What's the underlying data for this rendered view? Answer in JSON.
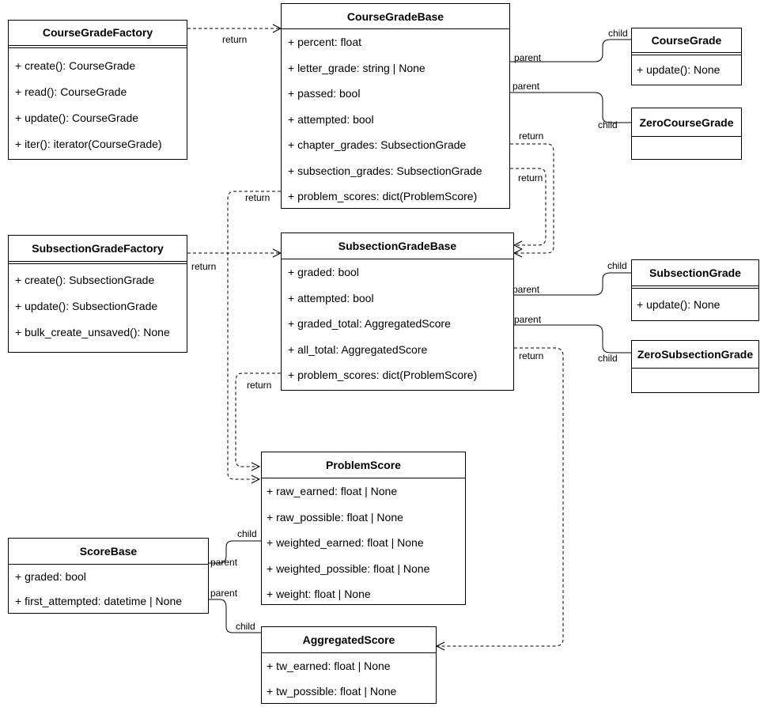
{
  "classes": {
    "course_grade_factory": {
      "name": "CourseGradeFactory",
      "members": [
        "+ create(): CourseGrade",
        "+ read(): CourseGrade",
        "+ update(): CourseGrade",
        "+ iter(): iterator(CourseGrade)"
      ]
    },
    "course_grade_base": {
      "name": "CourseGradeBase",
      "members": [
        "+ percent: float",
        "+ letter_grade: string | None",
        "+ passed: bool",
        "+ attempted: bool",
        "+ chapter_grades: SubsectionGrade",
        "+ subsection_grades: SubsectionGrade",
        "+ problem_scores: dict(ProblemScore)"
      ]
    },
    "course_grade": {
      "name": "CourseGrade",
      "members": [
        "+ update(): None"
      ]
    },
    "zero_course_grade": {
      "name": "ZeroCourseGrade",
      "members": []
    },
    "subsection_grade_factory": {
      "name": "SubsectionGradeFactory",
      "members": [
        "+ create(): SubsectionGrade",
        "+ update(): SubsectionGrade",
        "+ bulk_create_unsaved(): None"
      ]
    },
    "subsection_grade_base": {
      "name": "SubsectionGradeBase",
      "members": [
        "+ graded: bool",
        "+ attempted: bool",
        "+ graded_total: AggregatedScore",
        "+ all_total: AggregatedScore",
        "+ problem_scores: dict(ProblemScore)"
      ]
    },
    "subsection_grade": {
      "name": "SubsectionGrade",
      "members": [
        "+ update(): None"
      ]
    },
    "zero_subsection_grade": {
      "name": "ZeroSubsectionGrade",
      "members": []
    },
    "problem_score": {
      "name": "ProblemScore",
      "members": [
        "+ raw_earned: float | None",
        "+ raw_possible: float | None",
        "+ weighted_earned: float | None",
        "+ weighted_possible: float | None",
        "+ weight: float | None"
      ]
    },
    "score_base": {
      "name": "ScoreBase",
      "members": [
        "+ graded: bool",
        "+ first_attempted: datetime | None"
      ]
    },
    "aggregated_score": {
      "name": "AggregatedScore",
      "members": [
        "+ tw_earned: float | None",
        "+ tw_possible: float | None"
      ]
    }
  },
  "edge_labels": {
    "return": "return",
    "parent": "parent",
    "child": "child"
  }
}
